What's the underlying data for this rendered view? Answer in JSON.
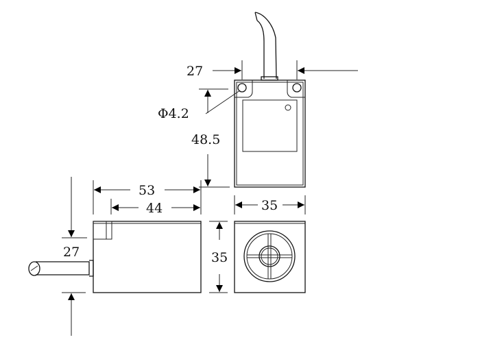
{
  "drawing": {
    "top_view": {
      "width_between_holes": "27",
      "hole_diameter": "Φ4.2",
      "hole_to_bottom": "48.5"
    },
    "side_view": {
      "overall_length": "53",
      "body_length": "44",
      "cable_height": "27"
    },
    "front_view": {
      "width": "35",
      "height": "35"
    },
    "line_color": "#111111"
  }
}
